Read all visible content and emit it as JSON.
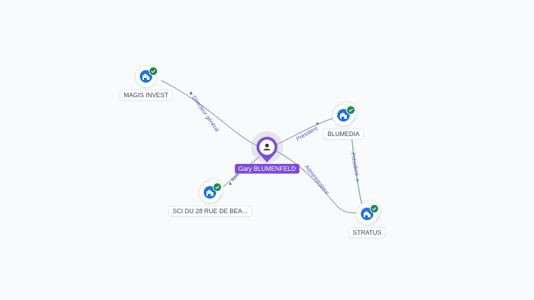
{
  "person": {
    "name": "Gary BLUMENFELD",
    "icon": "person-icon",
    "color": "#7c4ddb"
  },
  "companies": [
    {
      "id": "magis",
      "name": "MAGIS INVEST",
      "icon": "building-icon",
      "verified": true
    },
    {
      "id": "blumedia",
      "name": "BLUMEDIA",
      "icon": "building-icon",
      "verified": true
    },
    {
      "id": "sci",
      "name": "SCI DU 28 RUE DE BEA...",
      "icon": "building-icon",
      "verified": true
    },
    {
      "id": "stratus",
      "name": "STRATUS",
      "icon": "building-icon",
      "verified": true
    }
  ],
  "edges": [
    {
      "from": "person",
      "to": "magis",
      "label": "Directeur général"
    },
    {
      "from": "person",
      "to": "blumedia",
      "label": "Président"
    },
    {
      "from": "person",
      "to": "sci",
      "label": "Associé"
    },
    {
      "from": "person",
      "to": "stratus",
      "label": "Administrateur"
    },
    {
      "from": "blumedia",
      "to": "stratus",
      "label": "Président"
    }
  ]
}
